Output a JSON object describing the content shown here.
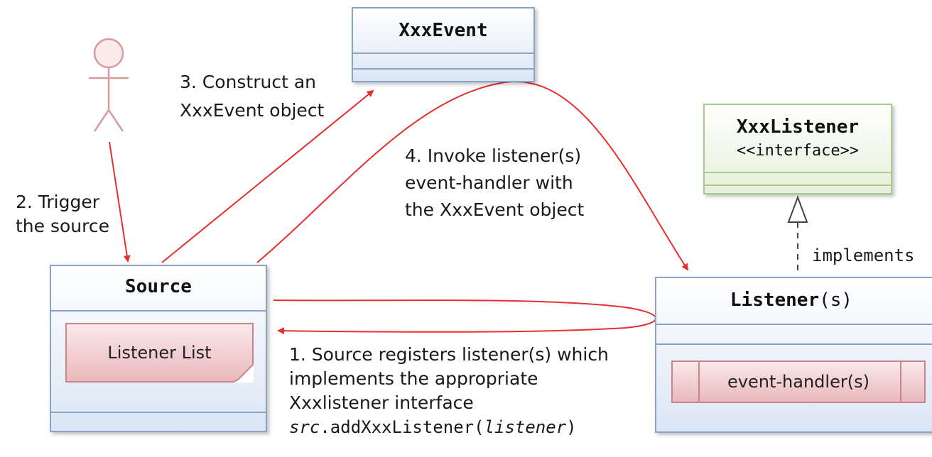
{
  "classes": {
    "event": {
      "name": "XxxEvent"
    },
    "source": {
      "name": "Source",
      "listener_list": "Listener List"
    },
    "listener_interface": {
      "name": "XxxListener",
      "stereotype": "<<interface>>"
    },
    "listener": {
      "name_bold": "Listener",
      "name_suffix": "(s)",
      "handler": "event-handler(s)"
    }
  },
  "steps": {
    "step1": {
      "line1": "1. Source registers listener(s) which",
      "line2": "implements the appropriate",
      "line3": "Xxxlistener interface",
      "code_obj": "src",
      "code_method": ".addXxxListener(",
      "code_arg": "listener",
      "code_close": ")"
    },
    "step2": {
      "line1": "2. Trigger",
      "line2": "the source"
    },
    "step3": {
      "line1": "3. Construct an",
      "line2": "XxxEvent object"
    },
    "step4": {
      "line1": "4. Invoke listener(s)",
      "line2": "event-handler with",
      "line3": "the XxxEvent object"
    }
  },
  "relations": {
    "implements_label": "implements"
  },
  "colors": {
    "arrow": "#e53030",
    "class_border": "#8aa3c8",
    "interface_border": "#a9c98a",
    "actor": "#d89a9d",
    "dashed": "#444444"
  }
}
